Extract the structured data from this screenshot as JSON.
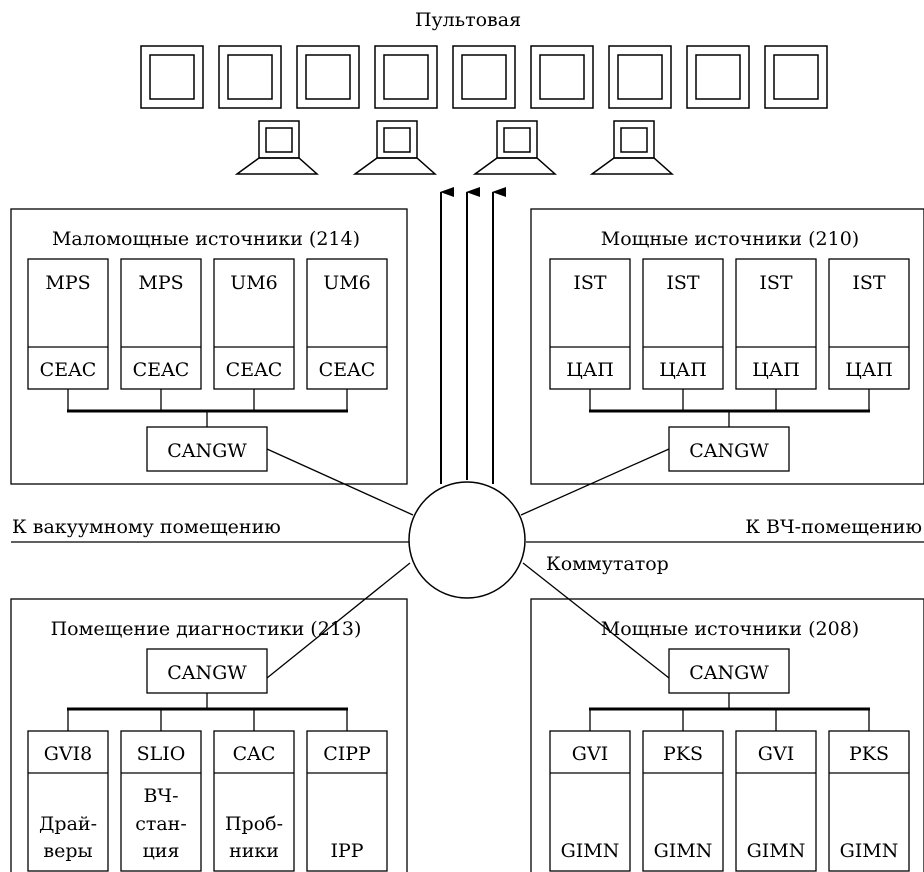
{
  "top": {
    "title": "Пультовая"
  },
  "links": {
    "vacuum": "К вакуумному помещению",
    "hf": "К ВЧ-помещению",
    "switch": "Коммутатор"
  },
  "room_214": {
    "title": "Маломощные источники (214)",
    "gateway": "CANGW",
    "cards": [
      {
        "top": "MPS",
        "bottom": "CEAC"
      },
      {
        "top": "MPS",
        "bottom": "CEAC"
      },
      {
        "top": "UM6",
        "bottom": "CEAC"
      },
      {
        "top": "UM6",
        "bottom": "CEAC"
      }
    ]
  },
  "room_210": {
    "title": "Мощные источники (210)",
    "gateway": "CANGW",
    "cards": [
      {
        "top": "IST",
        "bottom": "ЦАП"
      },
      {
        "top": "IST",
        "bottom": "ЦАП"
      },
      {
        "top": "IST",
        "bottom": "ЦАП"
      },
      {
        "top": "IST",
        "bottom": "ЦАП"
      }
    ]
  },
  "room_213": {
    "title": "Помещение диагностики (213)",
    "gateway": "CANGW",
    "cards": [
      {
        "top": "GVI8",
        "bottom": [
          "Драй-",
          "веры"
        ]
      },
      {
        "top": "SLIO",
        "bottom": [
          "ВЧ-",
          "стан-",
          "ция"
        ]
      },
      {
        "top": "CAC",
        "bottom": [
          "Проб-",
          "ники"
        ]
      },
      {
        "top": "CIPP",
        "bottom": [
          "IPP"
        ]
      }
    ]
  },
  "room_208": {
    "title": "Мощные источники (208)",
    "gateway": "CANGW",
    "cards": [
      {
        "top": "GVI",
        "bottom": "GIMN"
      },
      {
        "top": "PKS",
        "bottom": "GIMN"
      },
      {
        "top": "GVI",
        "bottom": "GIMN"
      },
      {
        "top": "PKS",
        "bottom": "GIMN"
      }
    ]
  }
}
